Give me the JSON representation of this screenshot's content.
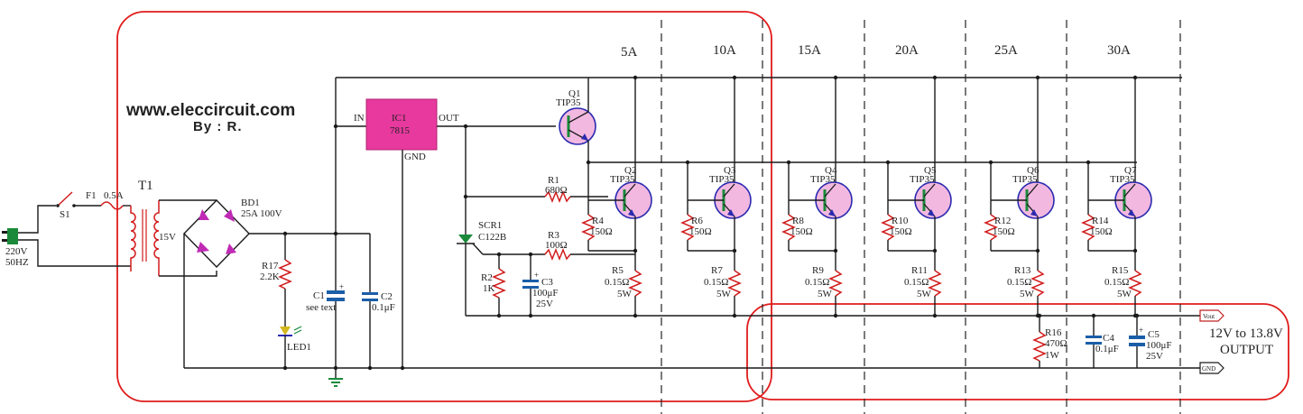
{
  "website": "www.eleccircuit.com",
  "author": "By : R.",
  "current_headers": [
    "5A",
    "10A",
    "15A",
    "20A",
    "25A",
    "30A"
  ],
  "input": {
    "voltage": "220V",
    "frequency": "50HZ"
  },
  "switch": "S1",
  "fuse": {
    "name": "F1",
    "rating": "0.5A"
  },
  "transformer": {
    "name": "T1",
    "secondary": "15V"
  },
  "bridge": {
    "name": "BD1",
    "rating": "25A 100V"
  },
  "regulator": {
    "name": "IC1",
    "part": "7815",
    "in": "IN",
    "out": "OUT",
    "gnd": "GND"
  },
  "r17": {
    "name": "R17",
    "value": "2.2K"
  },
  "led": "LED1",
  "c1": {
    "name": "C1",
    "value": "see text"
  },
  "c2": {
    "name": "C2",
    "value": "0.1μF"
  },
  "scr": {
    "name": "SCR1",
    "part": "C122B"
  },
  "r1": {
    "name": "R1",
    "value": "680Ω"
  },
  "r2": {
    "name": "R2",
    "value": "1K"
  },
  "r3": {
    "name": "R3",
    "value": "100Ω"
  },
  "c3": {
    "name": "C3",
    "value": "100μF",
    "voltage": "25V"
  },
  "q1": {
    "name": "Q1",
    "part": "TIP35"
  },
  "stages": [
    {
      "q": "Q2",
      "part": "TIP35",
      "rb": "R4",
      "rb_val": "150Ω",
      "re": "R5",
      "re_val": "0.15Ω",
      "re_w": "5W"
    },
    {
      "q": "Q3",
      "part": "TIP35",
      "rb": "R6",
      "rb_val": "150Ω",
      "re": "R7",
      "re_val": "0.15Ω",
      "re_w": "5W"
    },
    {
      "q": "Q4",
      "part": "TIP35",
      "rb": "R8",
      "rb_val": "150Ω",
      "re": "R9",
      "re_val": "0.15Ω",
      "re_w": "5W"
    },
    {
      "q": "Q5",
      "part": "TIP35",
      "rb": "R10",
      "rb_val": "150Ω",
      "re": "R11",
      "re_val": "0.15Ω",
      "re_w": "5W"
    },
    {
      "q": "Q6",
      "part": "TIP35",
      "rb": "R12",
      "rb_val": "150Ω",
      "re": "R13",
      "re_val": "0.15Ω",
      "re_w": "5W"
    },
    {
      "q": "Q7",
      "part": "TIP35",
      "rb": "R14",
      "rb_val": "150Ω",
      "re": "R15",
      "re_val": "0.15Ω",
      "re_w": "5W"
    }
  ],
  "r16": {
    "name": "R16",
    "value": "470Ω",
    "watt": "1W"
  },
  "c4": {
    "name": "C4",
    "value": "0.1μF"
  },
  "c5": {
    "name": "C5",
    "value": "100μF",
    "voltage": "25V"
  },
  "vout": "Vout",
  "gnd_term": "GND",
  "output": {
    "line1": "12V to 13.8V",
    "line2": "OUTPUT"
  }
}
